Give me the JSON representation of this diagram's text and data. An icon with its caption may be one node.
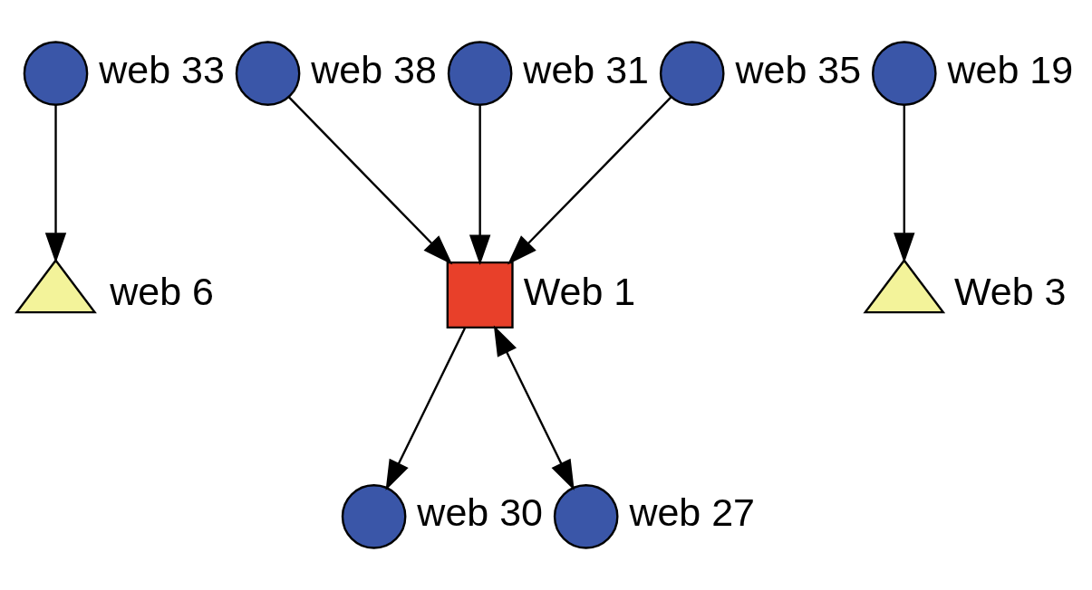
{
  "diagram": {
    "nodes": [
      {
        "text": [],
        "shape": "circle",
        "beside": [
          "web 33"
        ]
      },
      {
        "text": [],
        "shape": "triangle",
        "beside": [
          "web 6"
        ]
      },
      {
        "text": [],
        "shape": "circle",
        "beside": [
          "web 38"
        ]
      },
      {
        "text": [],
        "shape": "circle",
        "beside": [
          "web 19"
        ]
      },
      {
        "text": [],
        "shape": "circle",
        "beside": [
          "web 31"
        ]
      },
      {
        "text": [],
        "shape": "box",
        "beside": [
          "Web 1"
        ]
      },
      {
        "text": [],
        "shape": "circle",
        "beside": [
          "web 30"
        ]
      },
      {
        "text": [],
        "shape": "triangle",
        "beside": [
          "Web 3"
        ]
      },
      {
        "text": [],
        "shape": "circle",
        "beside": [
          "web 35"
        ]
      },
      {
        "text": [],
        "shape": "circle",
        "beside": [
          "web 27"
        ]
      }
    ],
    "edges": [
      {
        "from": 0,
        "to": 1,
        "arrow": "to"
      },
      {
        "from": 2,
        "to": 5,
        "arrow": "to"
      },
      {
        "from": 3,
        "to": 7,
        "arrow": "to"
      },
      {
        "from": 4,
        "to": 5,
        "arrow": "to"
      },
      {
        "from": 5,
        "to": 6,
        "arrow": "to"
      },
      {
        "from": 8,
        "to": 5,
        "arrow": "to"
      },
      {
        "from": 5,
        "to": 9,
        "arrow": "both"
      }
    ]
  }
}
